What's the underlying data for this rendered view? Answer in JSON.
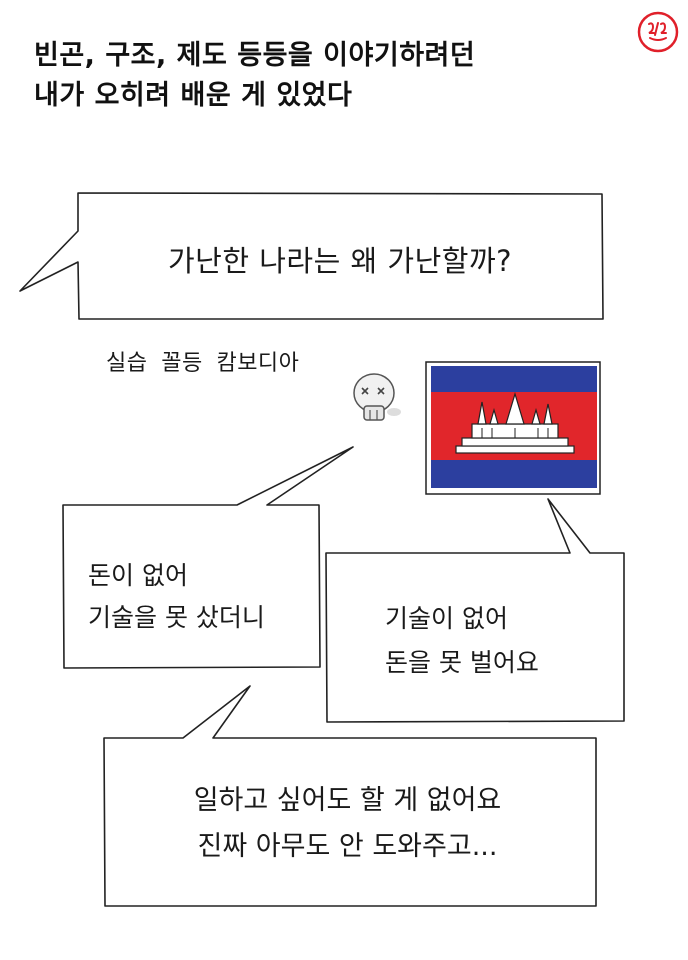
{
  "header": {
    "line1": "빈곤, 구조, 제도 등등을 이야기하려던",
    "line2": "내가 오히려 배운 게 있었다"
  },
  "question_bubble": {
    "text": "가난한 나라는 왜 가난할까?"
  },
  "caption": {
    "text": "실습 꼴등 캄보디아"
  },
  "bubble_left": {
    "line1": "돈이 없어",
    "line2": "기술을 못 샀더니"
  },
  "bubble_right": {
    "line1": "기술이 없어",
    "line2": "돈을 못 벌어요"
  },
  "bubble_bottom": {
    "line1": "일하고 싶어도 할 게 없어요",
    "line2": "진짜 아무도 안 도와주고..."
  },
  "flag": {
    "blue": "#2c3f9f",
    "red": "#e1262b",
    "white": "#ffffff"
  },
  "logo": {
    "color": "#e0202a",
    "icon": "logo-stamp-icon"
  }
}
